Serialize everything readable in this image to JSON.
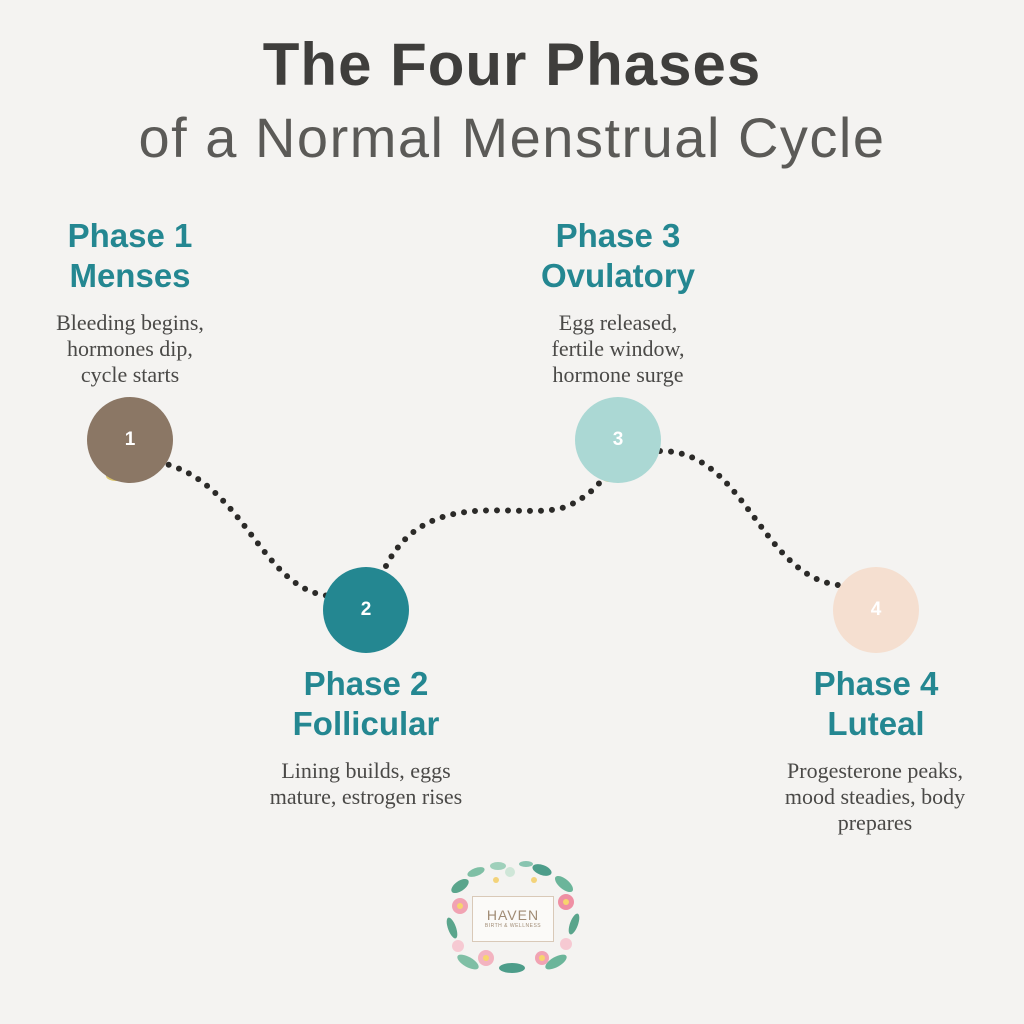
{
  "title": {
    "line1": "The Four Phases",
    "line2": "of a Normal Menstrual Cycle"
  },
  "phases": [
    {
      "number": "1",
      "heading": "Phase 1",
      "name": "Menses",
      "description": [
        "Bleeding begins,",
        "hormones dip,",
        "cycle starts"
      ],
      "color": "#8b7765"
    },
    {
      "number": "2",
      "heading": "Phase 2",
      "name": "Follicular",
      "description": [
        "Lining builds, eggs",
        "mature, estrogen rises"
      ],
      "color": "#248791"
    },
    {
      "number": "3",
      "heading": "Phase 3",
      "name": "Ovulatory",
      "description": [
        "Egg released,",
        "fertile window,",
        "hormone surge"
      ],
      "color": "#abd8d4"
    },
    {
      "number": "4",
      "heading": "Phase 4",
      "name": "Luteal",
      "description": [
        "Progesterone peaks,",
        "mood steadies, body",
        "prepares"
      ],
      "color": "#f5dfd0"
    }
  ],
  "logo": {
    "name": "HAVEN",
    "tagline": "BIRTH & WELLNESS"
  },
  "colors": {
    "heading_teal": "#248791",
    "title_dark": "#3f3e3c",
    "path_dots": "#2b2a28",
    "background": "#f4f3f1"
  }
}
